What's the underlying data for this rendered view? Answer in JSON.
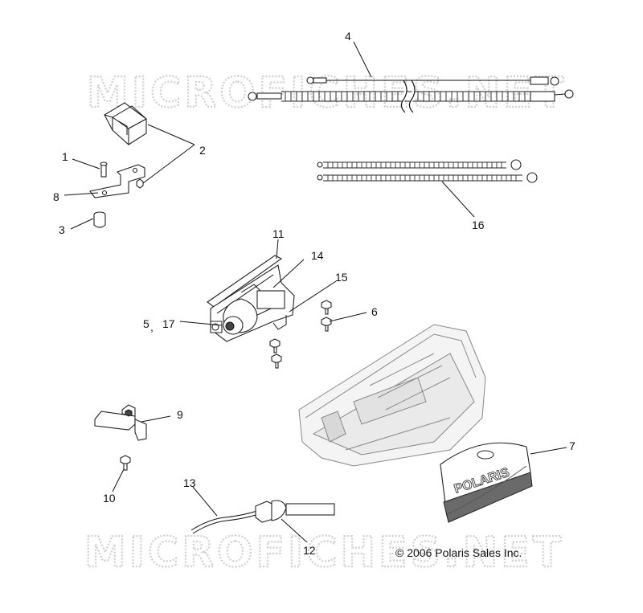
{
  "watermarks": [
    "MICROFICHES.NET",
    "MICROFICHES.NET"
  ],
  "copyright": "© 2006 Polaris Sales Inc.",
  "callouts": [
    "1",
    "2",
    "3",
    "4",
    "5",
    "17",
    "6",
    "7",
    "8",
    "9",
    "10",
    "11",
    "12",
    "13",
    "14",
    "15",
    "16"
  ],
  "comma": ",",
  "panel_brand": "POLARIS",
  "plate_brand": "POLARIS"
}
